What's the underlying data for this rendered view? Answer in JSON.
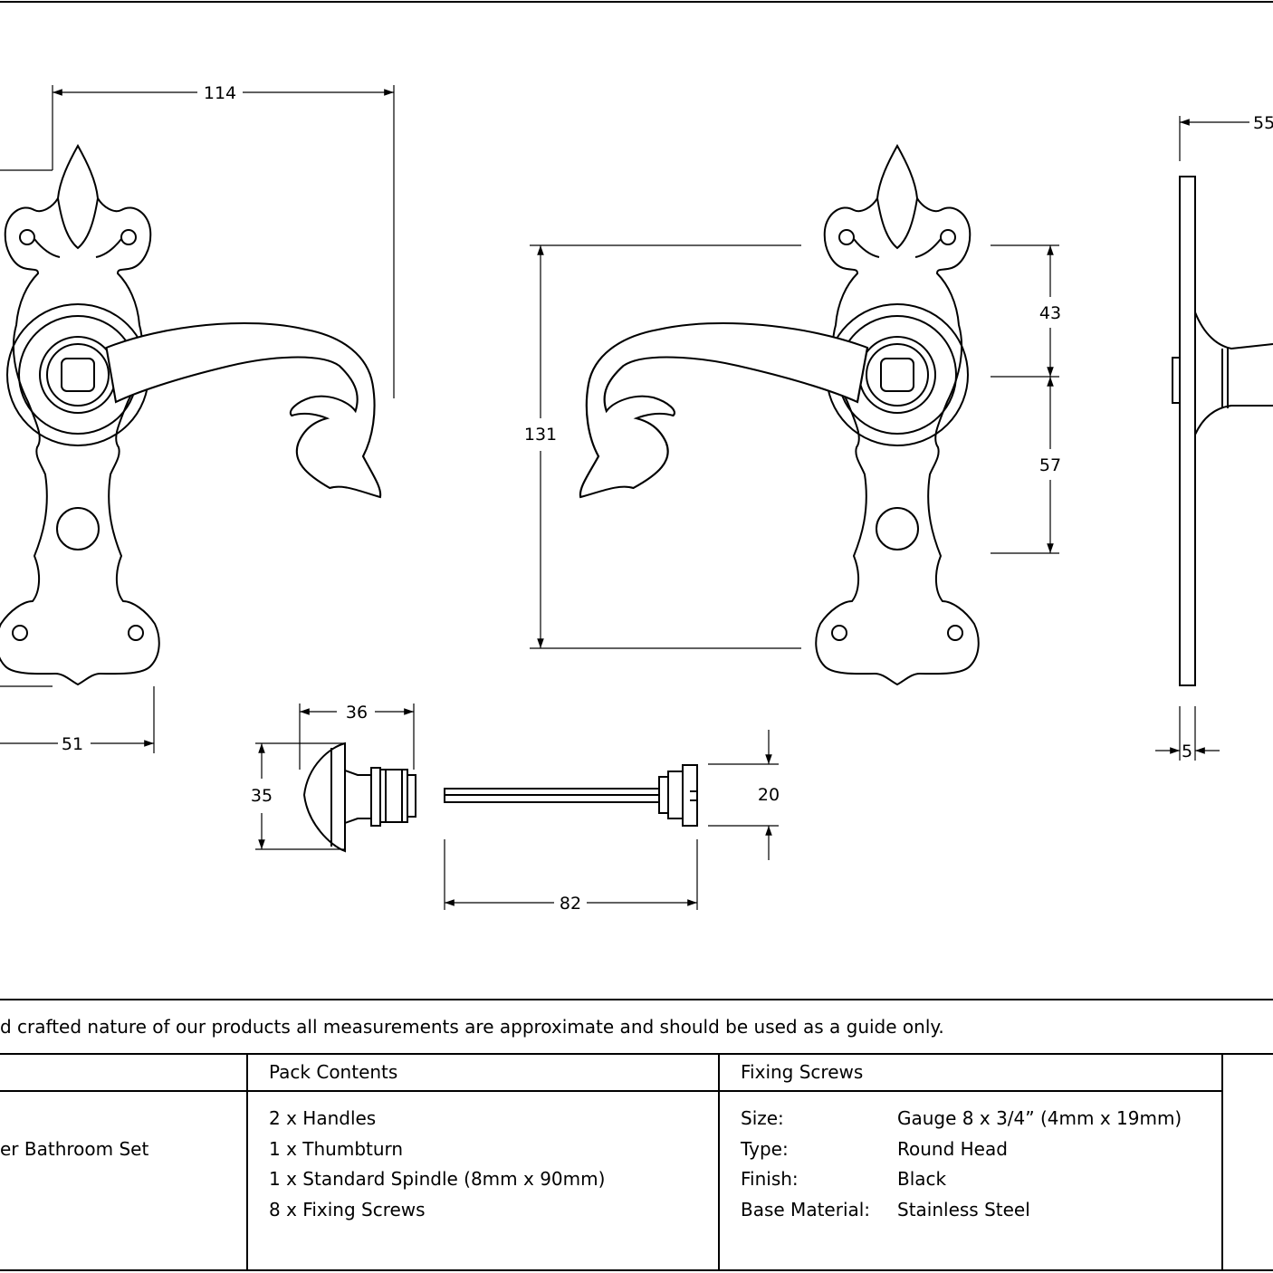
{
  "dimensions": {
    "width_114": "114",
    "depth_55": "55",
    "height_131": "131",
    "upper_43": "43",
    "lower_57": "57",
    "backplate_51": "51",
    "thickness_5": "5",
    "thumbturn_36": "36",
    "thumbturn_35": "35",
    "spindle_20": "20",
    "spindle_82": "82"
  },
  "disclaimer": "d crafted nature of our products all measurements are approximate and should be used as a guide only.",
  "table": {
    "product_name": "er Bathroom Set",
    "pack_contents": {
      "header": "Pack Contents",
      "items": [
        "2 x Handles",
        "1 x Thumbturn",
        "1 x Standard Spindle (8mm x 90mm)",
        "8 x Fixing Screws"
      ]
    },
    "fixing_screws": {
      "header": "Fixing Screws",
      "rows": [
        {
          "label": "Size:",
          "value": "Gauge 8 x 3/4” (4mm x 19mm)"
        },
        {
          "label": "Type:",
          "value": "Round Head"
        },
        {
          "label": "Finish:",
          "value": "Black"
        },
        {
          "label": "Base Material:",
          "value": "Stainless Steel"
        }
      ]
    }
  }
}
